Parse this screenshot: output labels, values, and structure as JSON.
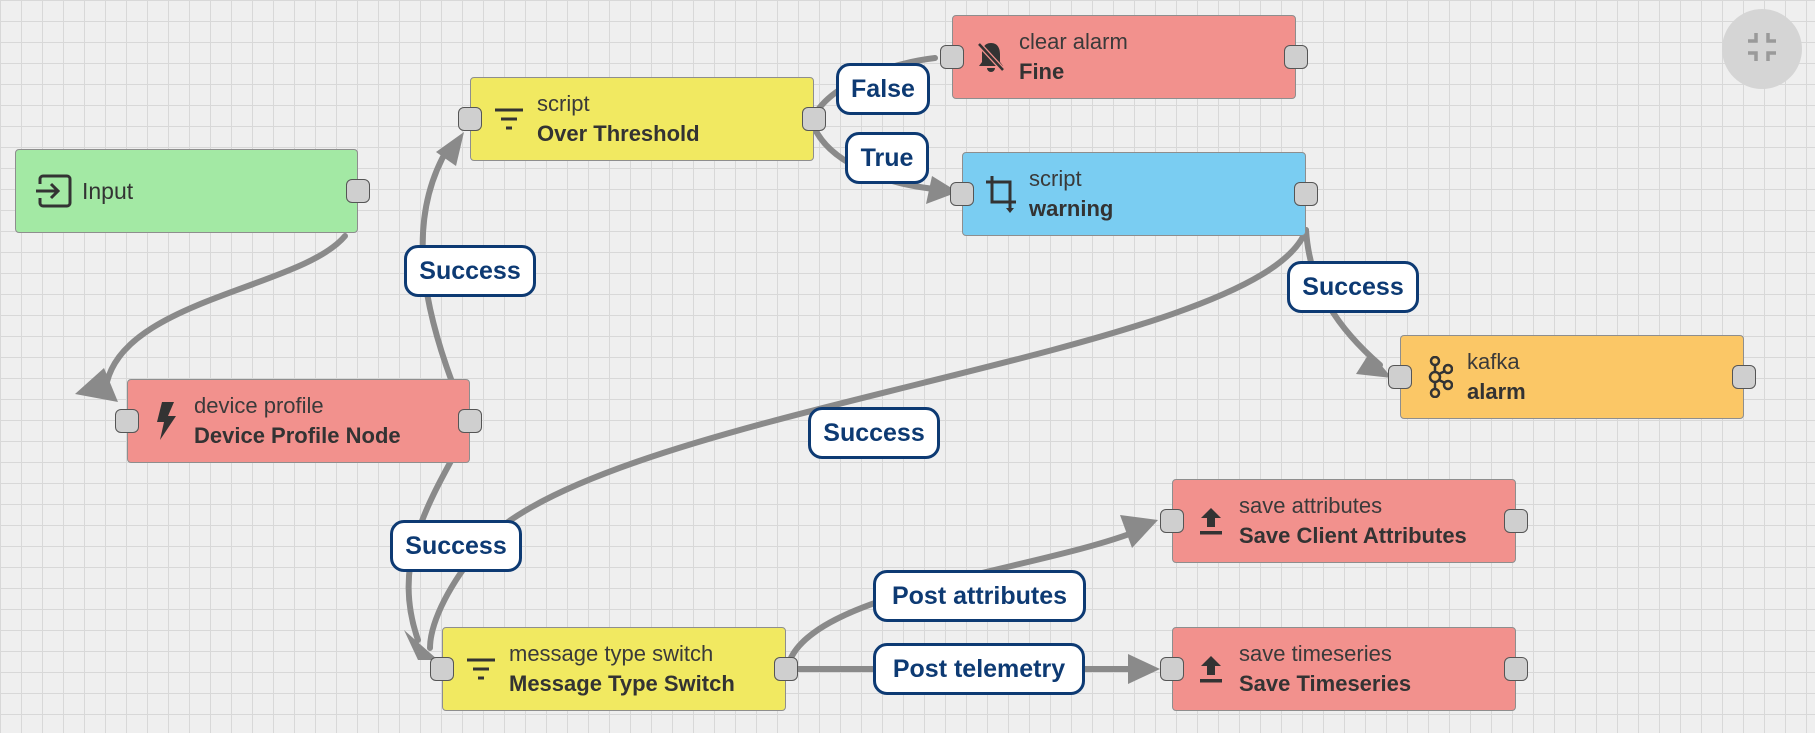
{
  "nodes": {
    "input": {
      "label": "Input"
    },
    "device_profile": {
      "type": "device profile",
      "name": "Device Profile Node"
    },
    "script_threshold": {
      "type": "script",
      "name": "Over Threshold"
    },
    "clear_alarm": {
      "type": "clear alarm",
      "name": "Fine"
    },
    "script_warning": {
      "type": "script",
      "name": "warning"
    },
    "kafka": {
      "type": "kafka",
      "name": "alarm"
    },
    "save_attributes": {
      "type": "save attributes",
      "name": "Save Client Attributes"
    },
    "save_timeseries": {
      "type": "save timeseries",
      "name": "Save Timeseries"
    },
    "message_type_switch": {
      "type": "message type switch",
      "name": "Message Type Switch"
    }
  },
  "links": {
    "success_dp_script": "Success",
    "false_label": "False",
    "true_label": "True",
    "success_warning_kafka": "Success",
    "success_warning_switch": "Success",
    "success_dp_switch": "Success",
    "post_attributes": "Post attributes",
    "post_telemetry": "Post telemetry"
  },
  "icons": {
    "input": "input-icon",
    "device_profile": "lightning-icon",
    "script_threshold": "filter-icon",
    "clear_alarm": "alarm-off-icon",
    "script_warning": "crop-icon",
    "kafka": "kafka-icon",
    "save_attributes": "upload-icon",
    "save_timeseries": "upload-icon",
    "message_type_switch": "filter-icon",
    "fullscreen": "fullscreen-exit-icon"
  },
  "colors": {
    "input": "#a3e9a4",
    "action": "#f2918d",
    "filter": "#f1e961",
    "transform": "#7acdf2",
    "external": "#fbc766",
    "link_label": "#0d3a73"
  }
}
